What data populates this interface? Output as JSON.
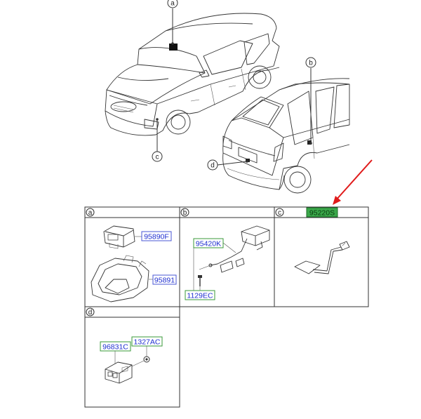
{
  "callouts": {
    "a": "a",
    "b": "b",
    "c": "c",
    "d": "d"
  },
  "panels": [
    {
      "key": "a",
      "label": "a"
    },
    {
      "key": "b",
      "label": "b"
    },
    {
      "key": "c",
      "label": "c"
    },
    {
      "key": "d",
      "label": "d"
    }
  ],
  "parts": {
    "p95890F": {
      "label": "95890F",
      "style": "blue"
    },
    "p95891": {
      "label": "95891",
      "style": "blue"
    },
    "p95420K": {
      "label": "95420K",
      "style": "green"
    },
    "p1129EC": {
      "label": "1129EC",
      "style": "green"
    },
    "p95220S": {
      "label": "95220S",
      "style": "highlight"
    },
    "p96831C": {
      "label": "96831C",
      "style": "green"
    },
    "p1327AC": {
      "label": "1327AC",
      "style": "green"
    }
  },
  "colors": {
    "blue_text": "#1f2fd0",
    "blue_box": "#4a57d6",
    "green_box": "#3a9a3a",
    "highlight_fill": "#3aa84a",
    "highlight_text": "#0a3a10",
    "arrow": "#e01b1b",
    "line": "#333333"
  },
  "icons": [
    "front-car-illustration",
    "rear-car-illustration",
    "red-arrow-icon"
  ]
}
